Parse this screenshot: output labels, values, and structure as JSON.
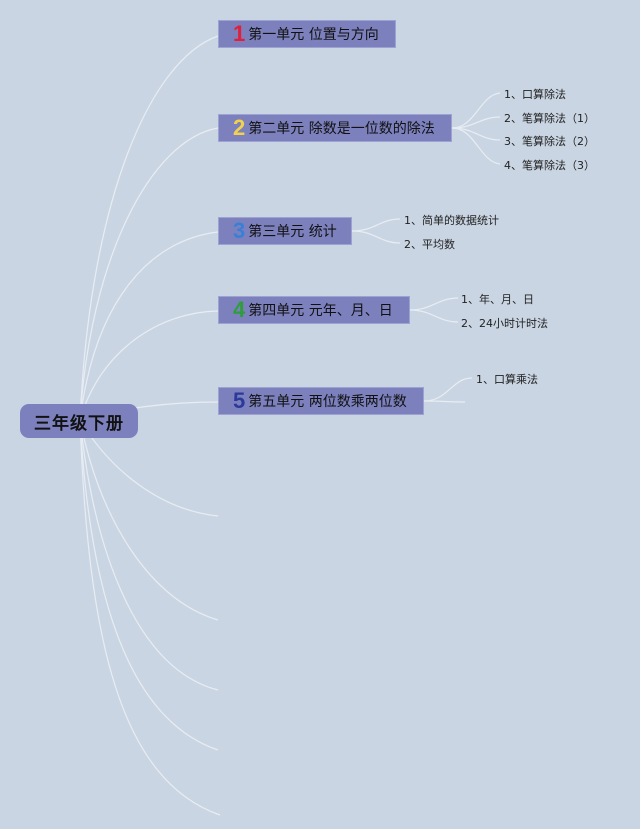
{
  "root": {
    "label": "三年级下册"
  },
  "units": [
    {
      "num": "1",
      "color": "#e0203a",
      "label": "第一单元 位置与方向",
      "children": []
    },
    {
      "num": "2",
      "color": "#f2d24c",
      "label": "第二单元 除数是一位数的除法",
      "children": [
        "1、口算除法",
        "2、笔算除法（1）",
        "3、笔算除法（2）",
        "4、笔算除法（3）"
      ]
    },
    {
      "num": "3",
      "color": "#3a7fd6",
      "label": "第三单元 统计",
      "children": [
        "1、简单的数据统计",
        "2、平均数"
      ]
    },
    {
      "num": "4",
      "color": "#2e9e3a",
      "label": "第四单元 元年、月、日",
      "children": [
        "1、年、月、日",
        "2、24小时计时法"
      ]
    },
    {
      "num": "5",
      "color": "#2b3a9a",
      "label": "第五单元 两位数乘两位数",
      "children": [
        "1、口算乘法"
      ]
    }
  ],
  "colors": {
    "background": "#c9d5e3",
    "node_fill": "#7c80bd",
    "branch_line": "#e9edf4"
  }
}
